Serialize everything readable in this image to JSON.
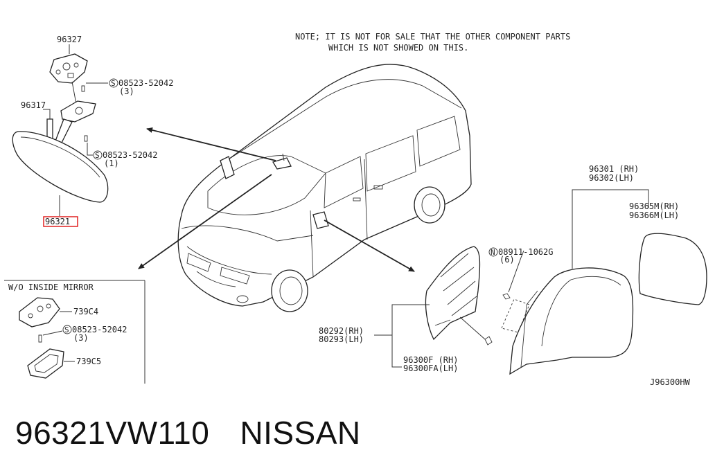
{
  "note": {
    "line1": "NOTE; IT IS NOT FOR SALE THAT THE OTHER COMPONENT PARTS",
    "line2": "WHICH IS NOT SHOWED ON THIS."
  },
  "parts": {
    "p96327": "96327",
    "p96317": "96317",
    "p96321": "96321",
    "screw1_code": "08523-52042",
    "screw1_qty": "(3)",
    "screw2_code": "08523-52042",
    "screw2_qty": "(1)",
    "nut_code": "08911-1062G",
    "nut_qty": "(6)",
    "p96301": "96301 (RH)",
    "p96302": "96302(LH)",
    "p96365M": "96365M(RH)",
    "p96366M": "96366M(LH)",
    "p80292": "80292(RH)",
    "p80293": "80293(LH)",
    "p96300F": "96300F  (RH)",
    "p96300FA": "96300FA(LH)",
    "screw_symbol": "S",
    "nut_symbol": "N"
  },
  "inset": {
    "title": "W/O INSIDE MIRROR",
    "p739C4": "739C4",
    "p739C5": "739C5",
    "screw_code": "08523-52042",
    "screw_qty": "(3)"
  },
  "diagram_code": "J96300HW",
  "footer": {
    "part_number": "96321VW110",
    "brand": "NISSAN"
  },
  "colors": {
    "highlight": "#e02020",
    "ink": "#222222"
  }
}
